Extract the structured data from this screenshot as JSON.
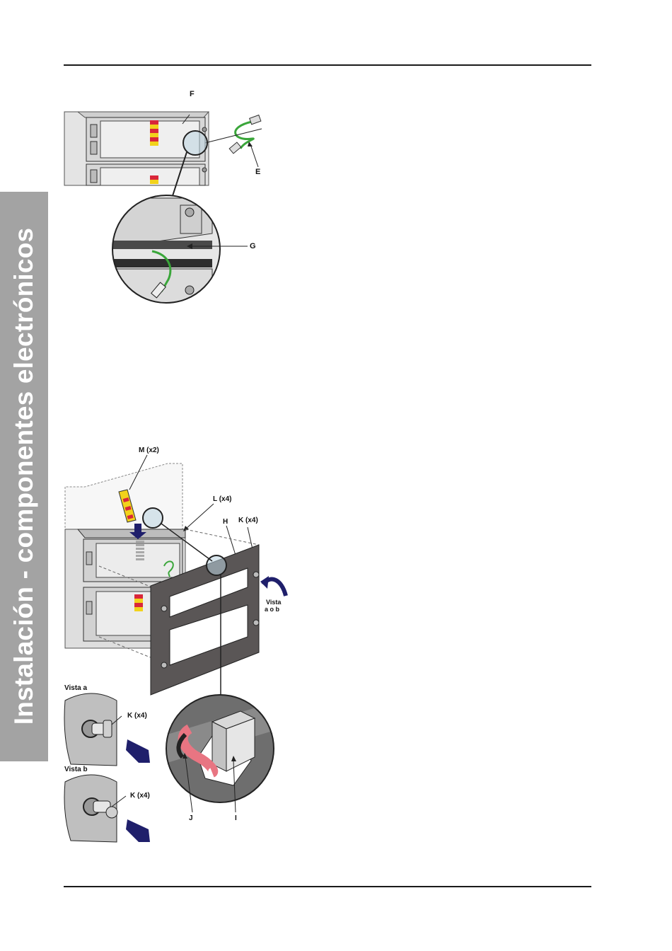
{
  "side_tab": {
    "title": "Instalación - componentes electrónicos"
  },
  "figure1": {
    "labels": {
      "f": "F",
      "e": "E",
      "g": "G"
    }
  },
  "figure2": {
    "labels": {
      "m": "M (x2)",
      "l": "L (x4)",
      "h": "H",
      "k_top": "K (x4)",
      "vista_note_1": "Vista",
      "vista_note_2": "a o b",
      "vista_a": "Vista a",
      "k_a": "K (x4)",
      "vista_b": "Vista b",
      "k_b": "K (x4)",
      "j": "J",
      "i": "I"
    }
  },
  "colors": {
    "side_tab": "#a3a3a3",
    "accent_green": "#3aa63a",
    "arrow_navy": "#1f1f6b",
    "strip_red": "#d9263a",
    "strip_yellow": "#f2d21b"
  }
}
